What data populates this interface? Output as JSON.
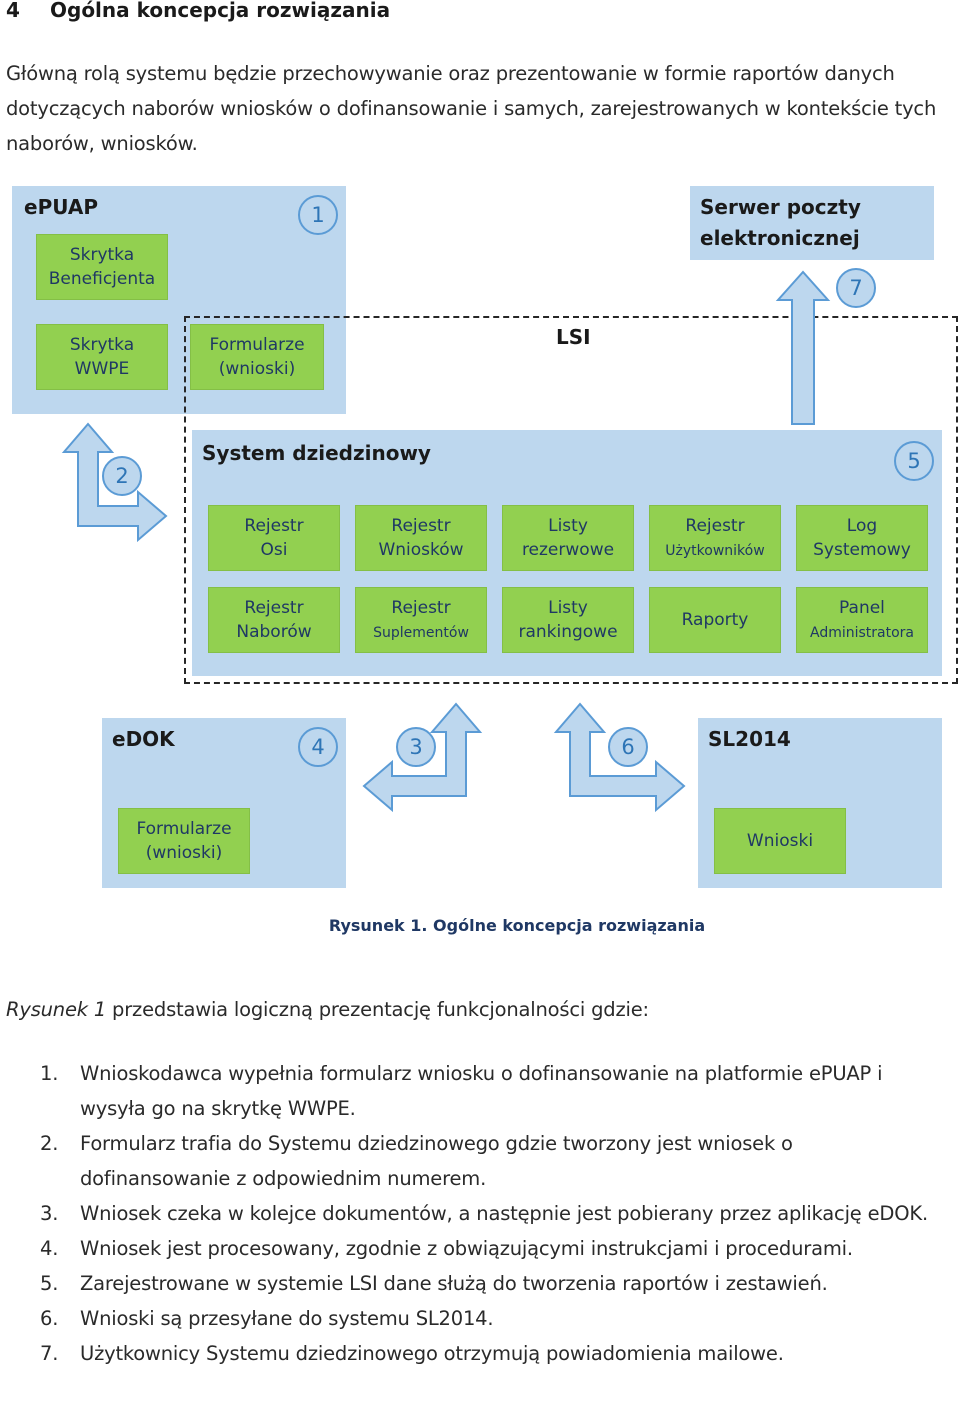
{
  "section": {
    "number": "4",
    "title": "Ogólna koncepcja rozwiązania"
  },
  "intro": "Główną rolą systemu będzie przechowywanie oraz prezentowanie w formie raportów danych dotyczących naborów wniosków o dofinansowanie i samych, zarejestrowanych w kontekście tych naborów, wniosków.",
  "diagram": {
    "epuap": {
      "title": "ePUAP",
      "box1": "Skrytka\nBeneficjenta",
      "box2": "Skrytka\nWWPE",
      "box3": "Formularze\n(wnioski)"
    },
    "mail_server": {
      "title": "Serwer poczty\nelektronicznej"
    },
    "lsi_label": "LSI",
    "domain_system": {
      "title": "System dziedzinowy",
      "row1": [
        {
          "line1": "Rejestr",
          "line2": "Osi",
          "small": false
        },
        {
          "line1": "Rejestr",
          "line2": "Wniosków",
          "small": false
        },
        {
          "line1": "Listy",
          "line2": "rezerwowe",
          "small": false
        },
        {
          "line1": "Rejestr",
          "line2": "Użytkowników",
          "small": true
        },
        {
          "line1": "Log",
          "line2": "Systemowy",
          "small": false
        }
      ],
      "row2": [
        {
          "line1": "Rejestr",
          "line2": "Naborów",
          "small": false
        },
        {
          "line1": "Rejestr",
          "line2": "Suplementów",
          "small": true
        },
        {
          "line1": "Listy",
          "line2": "rankingowe",
          "small": false
        },
        {
          "line1": "Raporty",
          "line2": "",
          "small": false
        },
        {
          "line1": "Panel",
          "line2": "Administratora",
          "small": true
        }
      ]
    },
    "edok": {
      "title": "eDOK",
      "box": "Formularze\n(wnioski)"
    },
    "sl2014": {
      "title": "SL2014",
      "box": "Wnioski"
    },
    "markers": [
      "1",
      "2",
      "3",
      "4",
      "5",
      "6",
      "7"
    ]
  },
  "caption": "Rysunek 1. Ogólne koncepcja rozwiązania",
  "lead": {
    "ref": "Rysunek 1",
    "text": " przedstawia logiczną prezentację funkcjonalności gdzie:"
  },
  "steps": [
    {
      "n": "1.",
      "text": "Wnioskodawca wypełnia formularz wniosku o dofinansowanie na platformie ePUAP i wysyła go na skrytkę WWPE."
    },
    {
      "n": "2.",
      "text": "Formularz trafia do Systemu dziedzinowego gdzie tworzony jest wniosek o dofinansowanie z odpowiednim numerem."
    },
    {
      "n": "3.",
      "text": "Wniosek czeka w kolejce dokumentów, a następnie jest pobierany przez aplikację eDOK."
    },
    {
      "n": "4.",
      "text": "Wniosek jest procesowany, zgodnie z obwiązującymi instrukcjami i procedurami."
    },
    {
      "n": "5.",
      "text": " Zarejestrowane w systemie LSI dane służą do tworzenia raportów i zestawień."
    },
    {
      "n": "6.",
      "text": "Wnioski są przesyłane do systemu SL2014."
    },
    {
      "n": "7.",
      "text": "Użytkownicy Systemu dziedzinowego otrzymują powiadomienia mailowe."
    }
  ]
}
